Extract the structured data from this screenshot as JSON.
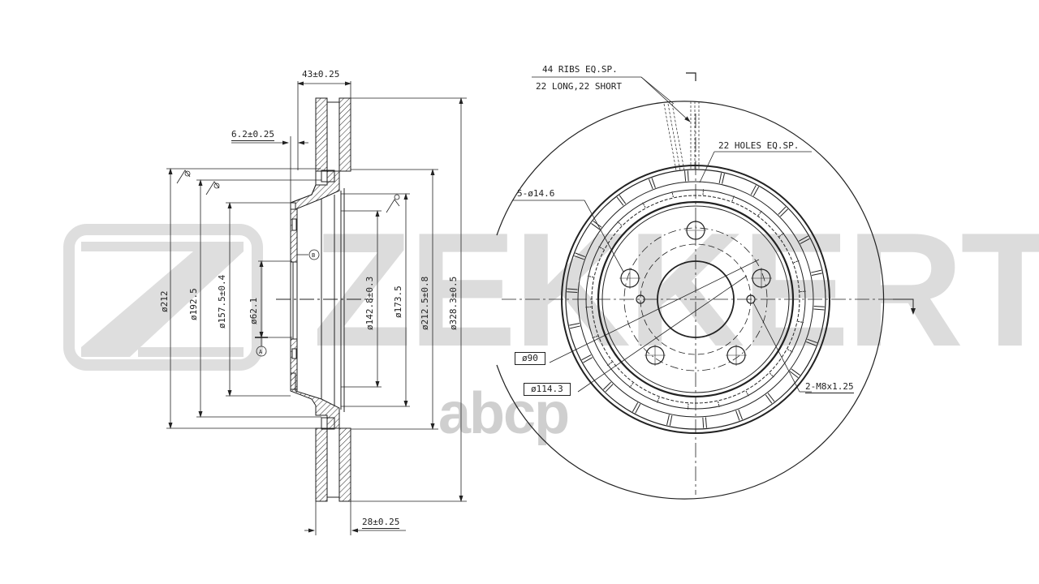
{
  "watermark": {
    "brand": "ZEKKERT",
    "brand_text": "ZEKKERT",
    "logo_letter": "Z",
    "vendor": "abcp",
    "color": "#dcdcdc"
  },
  "section_view": {
    "dimensions": {
      "total_width": "43±0.25",
      "hat_thickness": "6.2±0.25",
      "disc_thickness": "28±0.25",
      "d212": "ø212",
      "d192_5": "ø192.5",
      "d157_5": "ø157.5±0.4",
      "d62_1": "ø62.1",
      "d142_8": "ø142.8±0.3",
      "d173_5": "ø173.5",
      "d212_5": "ø212.5±0.8",
      "d328_3": "ø328.3±0.5"
    },
    "datum_a": "A",
    "datum_b": "B"
  },
  "front_view": {
    "notes": {
      "ribs_line1": "44 RIBS EQ.SP.",
      "ribs_line2": "22 LONG,22 SHORT",
      "holes": "22 HOLES EQ.SP.",
      "bolt_holes": "5-ø14.6",
      "center_bore": "ø90",
      "pcd": "ø114.3",
      "threads": "2-M8x1.25"
    }
  },
  "colors": {
    "line": "#222222",
    "watermark": "#dcdcdc",
    "background": "#ffffff"
  }
}
